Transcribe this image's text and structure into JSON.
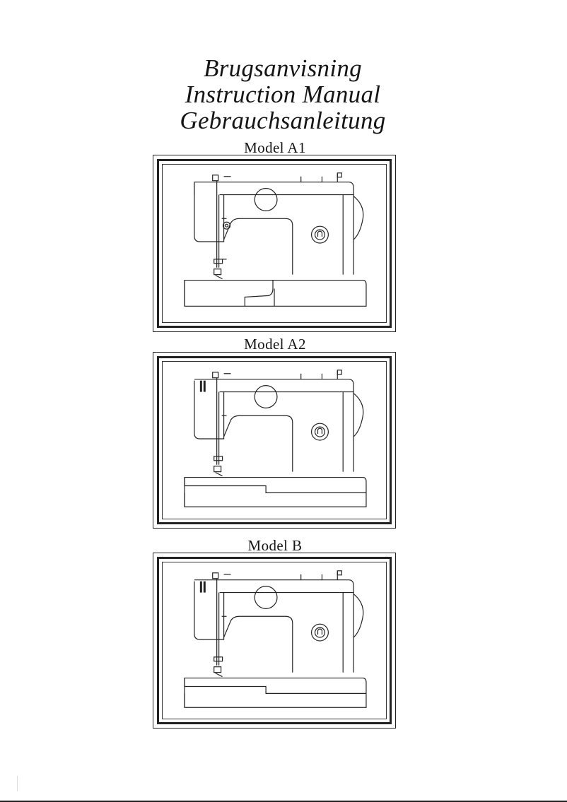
{
  "document": {
    "titles": [
      "Brugsanvisning",
      "Instruction Manual",
      "Gebrauchsanleitung"
    ],
    "models": [
      {
        "label": "Model  A1",
        "variant": "a1"
      },
      {
        "label": "Model  A2",
        "variant": "a2"
      },
      {
        "label": "Model  B",
        "variant": "b"
      }
    ]
  },
  "colors": {
    "ink": "#151515",
    "paper": "#ffffff"
  },
  "icons": {
    "machine": "sewing-machine-line-drawing",
    "dial": "stitch-selector-dial-icon"
  }
}
